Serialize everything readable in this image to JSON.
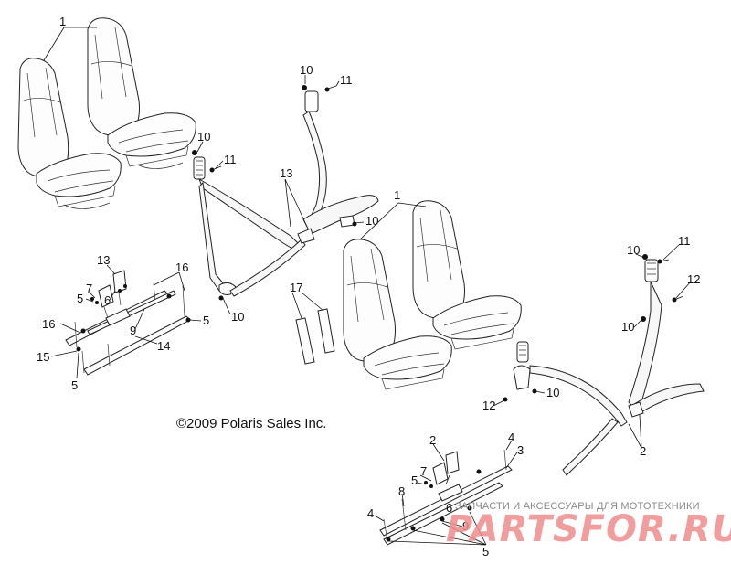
{
  "copyright": "©2009 Polaris Sales Inc.",
  "watermark": {
    "tagline": "ЗАПЧАСТИ И АКСЕССУАРЫ ДЛЯ МОТОТЕХНИКИ",
    "logo": "PARTSFOR.RU"
  },
  "callouts": {
    "c1a": "1",
    "c10a": "10",
    "c11a": "11",
    "c10b": "10",
    "c11b": "11",
    "c13a": "13",
    "c10c": "10",
    "c10d": "10",
    "c1b": "1",
    "c13b": "13",
    "c16a": "16",
    "c7a": "7",
    "c5a": "5",
    "c6a": "6",
    "c16b": "16",
    "c9a": "9",
    "c5b": "5",
    "c15": "15",
    "c14": "14",
    "c5c": "5",
    "c17": "17",
    "c10e": "10",
    "c11c": "11",
    "c12a": "12",
    "c10f": "10",
    "c12b": "12",
    "c10g": "10",
    "c2a": "2",
    "c2b": "2",
    "c4a": "4",
    "c3": "3",
    "c7b": "7",
    "c5d": "5",
    "c6b": "6",
    "c8": "8",
    "c4b": "4",
    "c9b": "9",
    "c5e": "5"
  }
}
